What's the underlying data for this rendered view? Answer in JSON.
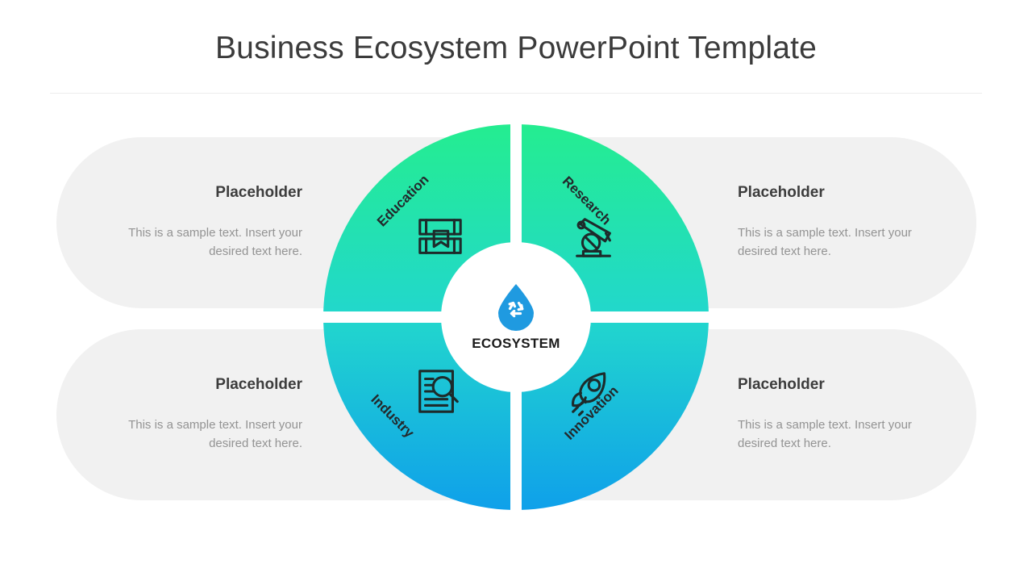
{
  "slide": {
    "title": "Business Ecosystem PowerPoint Template"
  },
  "hub": {
    "label": "ECOSYSTEM",
    "icon": "water-drop-recycle-icon",
    "icon_color": "#1f9ae0",
    "circle_color": "#ffffff"
  },
  "wheel": {
    "gradient_top": "#24ed90",
    "gradient_mid": "#22d7cd",
    "gradient_bottom": "#0fa0ea",
    "quadrants": [
      {
        "id": "education",
        "label": "Education",
        "icon": "books-stack-icon",
        "position": "top-left"
      },
      {
        "id": "research",
        "label": "Research",
        "icon": "microscope-icon",
        "position": "top-right"
      },
      {
        "id": "industry",
        "label": "Industry",
        "icon": "document-magnifier-icon",
        "position": "bottom-left"
      },
      {
        "id": "innovation",
        "label": "Innovation",
        "icon": "rocket-icon",
        "position": "bottom-right"
      }
    ]
  },
  "panels": [
    {
      "id": "panel-education",
      "title": "Placeholder",
      "text": "This is a sample text. Insert your desired text here.",
      "align": "right",
      "side": "left",
      "row": "top"
    },
    {
      "id": "panel-research",
      "title": "Placeholder",
      "text": "This is a sample text. Insert your desired text here.",
      "align": "left",
      "side": "right",
      "row": "top"
    },
    {
      "id": "panel-industry",
      "title": "Placeholder",
      "text": "This is a sample text. Insert your desired text here.",
      "align": "right",
      "side": "left",
      "row": "bottom"
    },
    {
      "id": "panel-innovation",
      "title": "Placeholder",
      "text": "This is a sample text. Insert your desired text here.",
      "align": "left",
      "side": "right",
      "row": "bottom"
    }
  ],
  "colors": {
    "panel_background": "#f1f1f1",
    "title_text": "#3b3b3b",
    "body_text": "#939393",
    "heading_text": "#3d3d3d",
    "divider": "#ececec"
  }
}
